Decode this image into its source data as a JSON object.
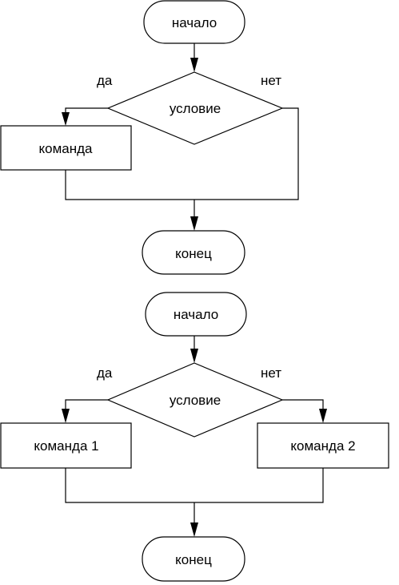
{
  "flowchart_1": {
    "start_label": "начало",
    "condition_label": "условие",
    "yes_label": "да",
    "no_label": "нет",
    "command_label": "команда",
    "end_label": "конец"
  },
  "flowchart_2": {
    "start_label": "начало",
    "condition_label": "условие",
    "yes_label": "да",
    "no_label": "нет",
    "command_1_label": "команда 1",
    "command_2_label": "команда 2",
    "end_label": "конец"
  }
}
